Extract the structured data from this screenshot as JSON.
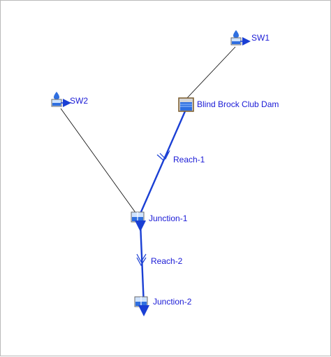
{
  "colors": {
    "link_thin": "#000000",
    "reach": "#1a3fd4",
    "label": "#1a1ad6",
    "water": "#2f6fe0",
    "frame": "#b9b9b9"
  },
  "elements": {
    "sw1": {
      "label": "SW1",
      "icon": "subbasin-icon"
    },
    "sw2": {
      "label": "SW2",
      "icon": "subbasin-icon"
    },
    "reservoir": {
      "label": "Blind Brock Club Dam",
      "icon": "reservoir-icon"
    },
    "reach1": {
      "label": "Reach-1",
      "icon": "reach-arrow-icon"
    },
    "junction1": {
      "label": "Junction-1",
      "icon": "junction-icon"
    },
    "reach2": {
      "label": "Reach-2",
      "icon": "reach-arrow-icon"
    },
    "junction2": {
      "label": "Junction-2",
      "icon": "junction-icon"
    }
  }
}
